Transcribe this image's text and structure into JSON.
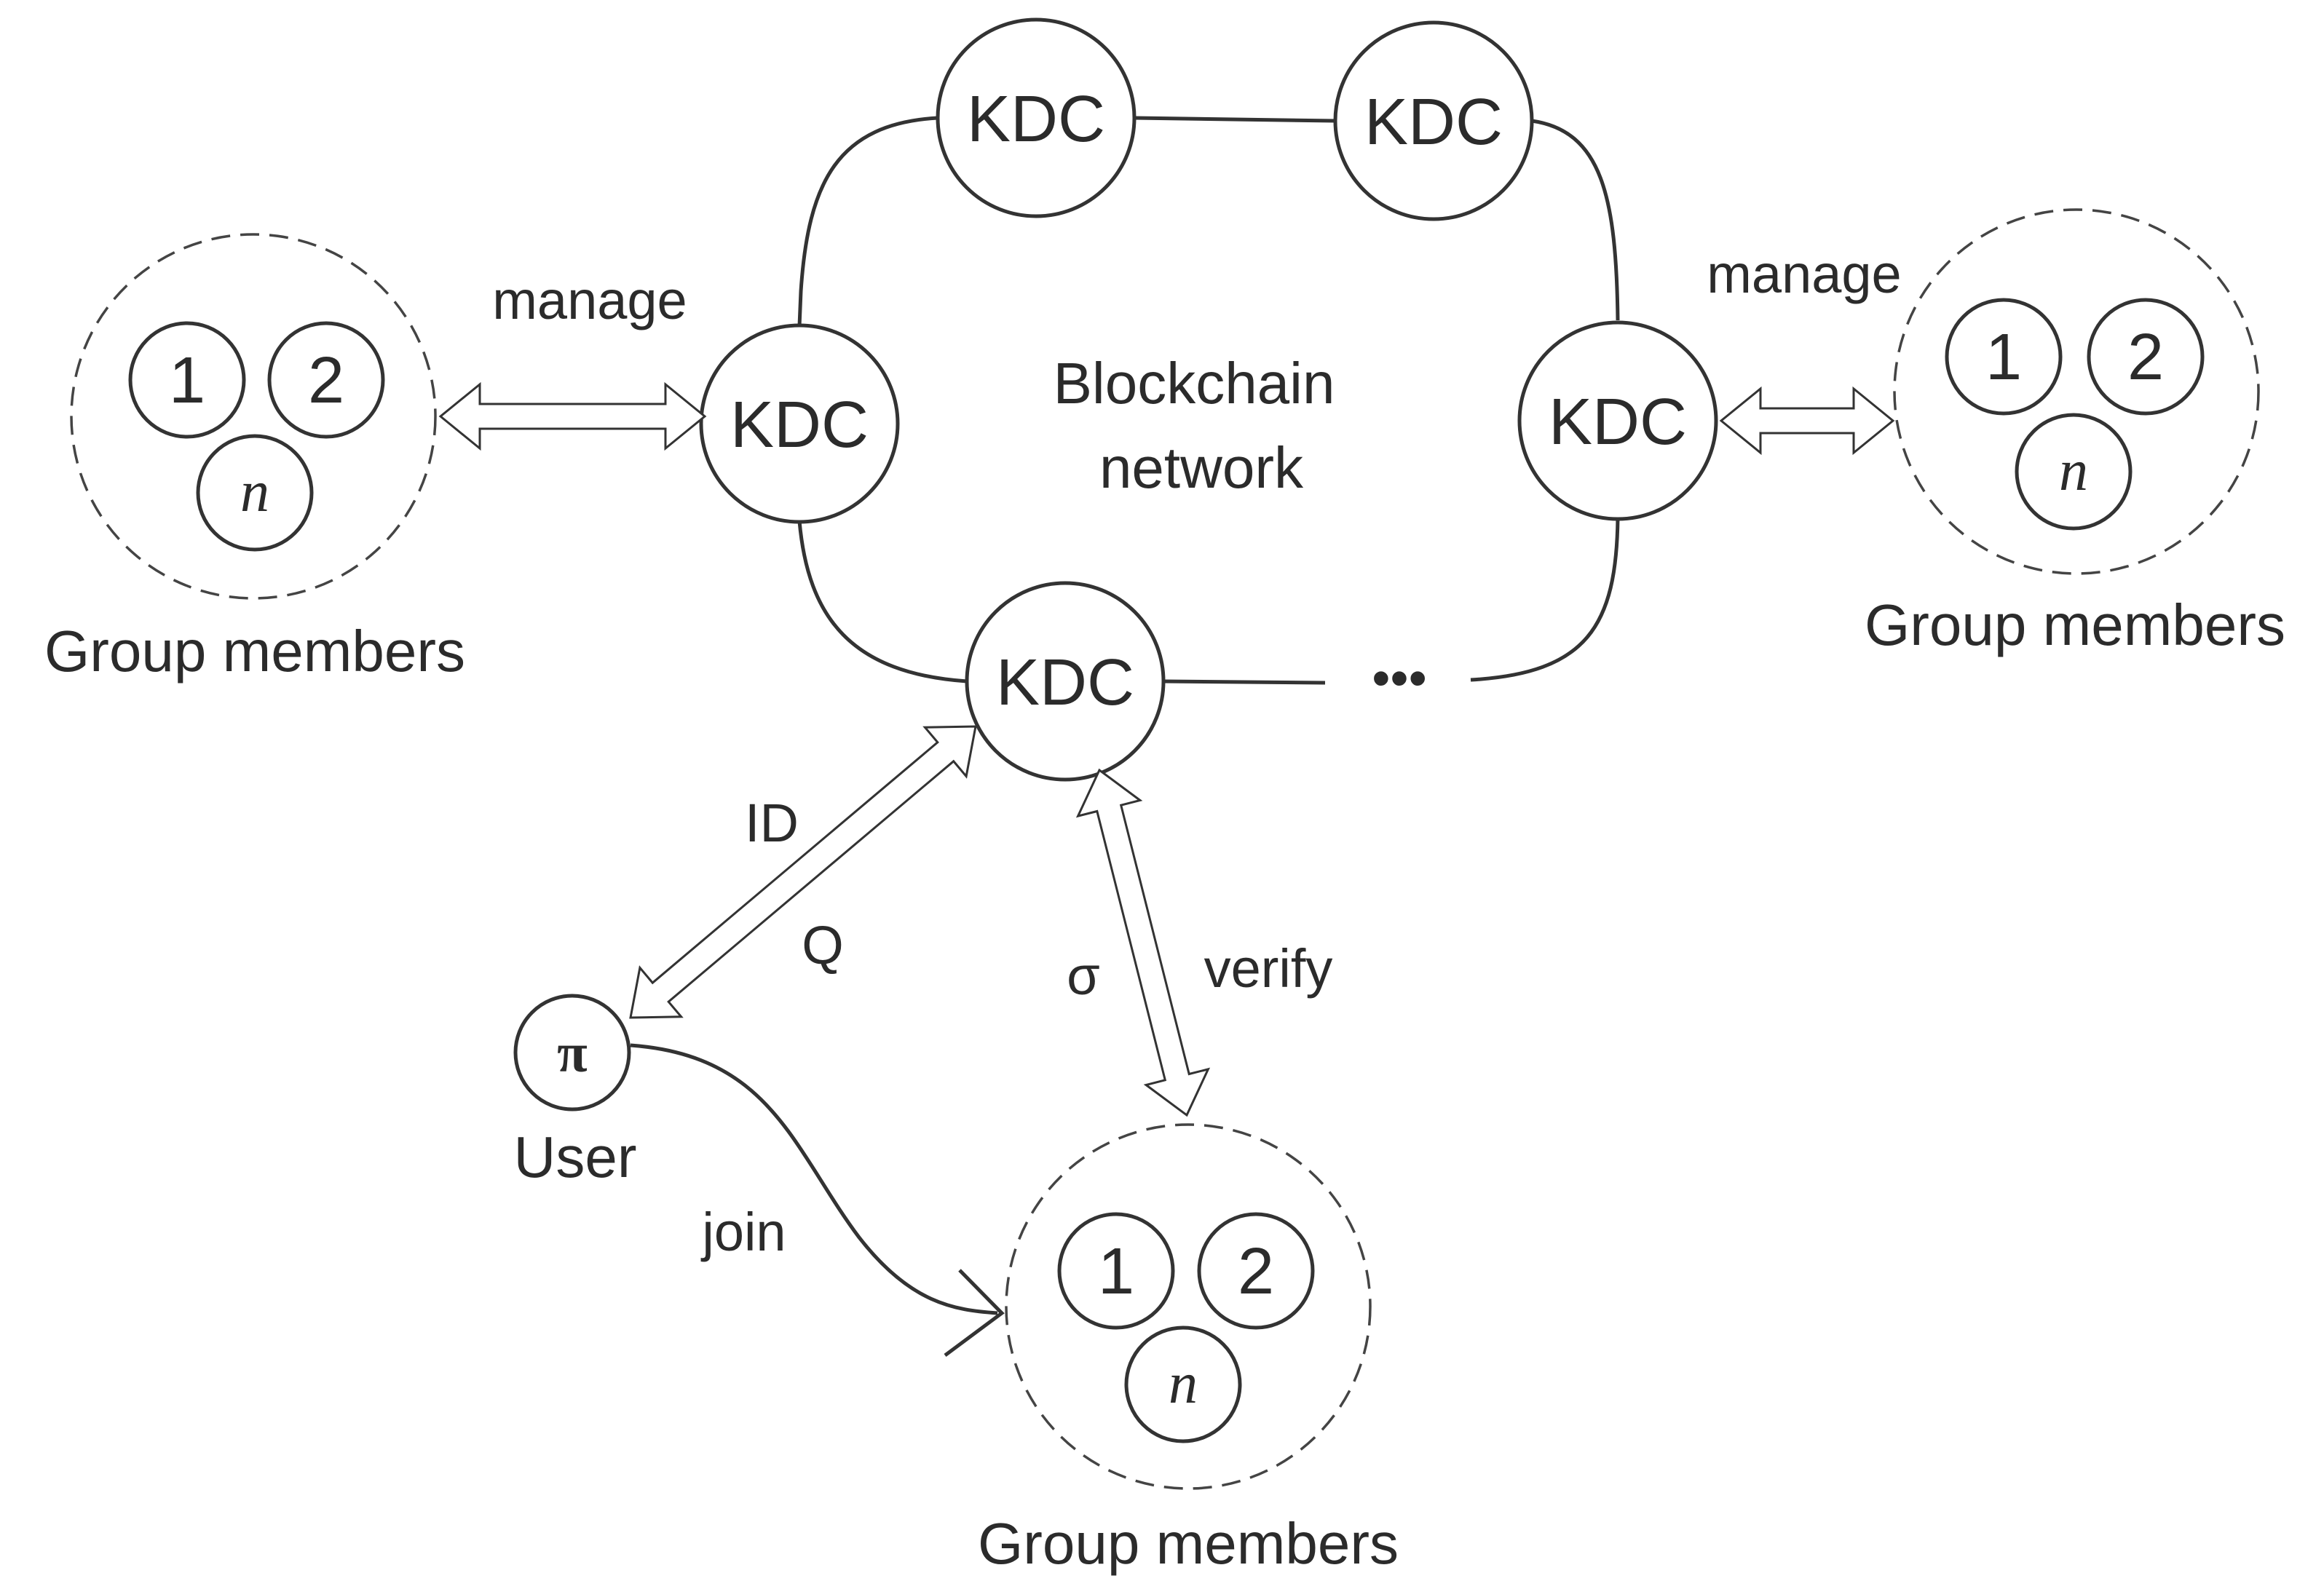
{
  "network": {
    "title_line1": "Blockchain",
    "title_line2": "network",
    "kdc_label": "KDC",
    "ellipsis": "•••"
  },
  "groups": {
    "title": "Group members",
    "member_1": "1",
    "member_2": "2",
    "member_n": "n"
  },
  "user": {
    "symbol": "π",
    "label": "User"
  },
  "edges": {
    "manage_left": "manage",
    "manage_right": "manage",
    "id": "ID",
    "q": "Q",
    "sigma": "σ",
    "verify": "verify",
    "join": "join"
  }
}
